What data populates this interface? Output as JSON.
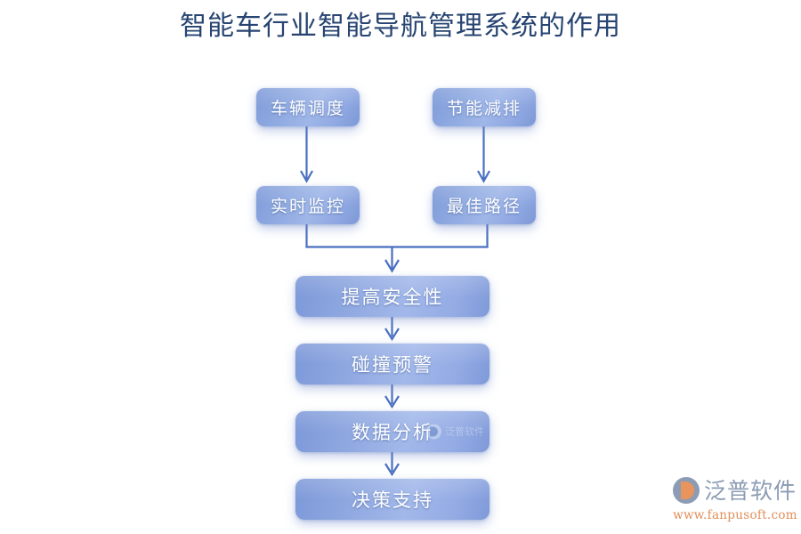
{
  "title": "智能车行业智能导航管理系统的作用",
  "theme": {
    "title_color": "#274472",
    "node_fill_start": "#7e9ad8",
    "node_fill_end": "#a2b8ea",
    "node_text_color": "#ffffff",
    "connector_color": "#4a70c0",
    "background": "#ffffff",
    "brand_gray": "#8c9cb4",
    "brand_orange": "#e08f5a"
  },
  "chart_data": {
    "type": "diagram",
    "diagram_type": "flowchart",
    "title": "智能车行业智能导航管理系统的作用",
    "orientation": "top-to-bottom",
    "nodes": [
      {
        "id": "vehicle-dispatch",
        "label": "车辆调度",
        "row": 1,
        "column": "left",
        "size": "small"
      },
      {
        "id": "energy-saving",
        "label": "节能减排",
        "row": 1,
        "column": "right",
        "size": "small"
      },
      {
        "id": "realtime-monitor",
        "label": "实时监控",
        "row": 2,
        "column": "left",
        "size": "small"
      },
      {
        "id": "best-route",
        "label": "最佳路径",
        "row": 2,
        "column": "right",
        "size": "small"
      },
      {
        "id": "improve-safety",
        "label": "提高安全性",
        "row": 3,
        "column": "center",
        "size": "wide"
      },
      {
        "id": "collision-warn",
        "label": "碰撞预警",
        "row": 4,
        "column": "center",
        "size": "wide"
      },
      {
        "id": "data-analysis",
        "label": "数据分析",
        "row": 5,
        "column": "center",
        "size": "wide"
      },
      {
        "id": "decision-support",
        "label": "决策支持",
        "row": 6,
        "column": "center",
        "size": "wide"
      }
    ],
    "edges": [
      {
        "from": "vehicle-dispatch",
        "to": "realtime-monitor",
        "style": "arrow"
      },
      {
        "from": "energy-saving",
        "to": "best-route",
        "style": "arrow"
      },
      {
        "from": "realtime-monitor",
        "to": "improve-safety",
        "style": "merge-arrow"
      },
      {
        "from": "best-route",
        "to": "improve-safety",
        "style": "merge-arrow"
      },
      {
        "from": "improve-safety",
        "to": "collision-warn",
        "style": "arrow"
      },
      {
        "from": "collision-warn",
        "to": "data-analysis",
        "style": "arrow"
      },
      {
        "from": "data-analysis",
        "to": "decision-support",
        "style": "arrow"
      }
    ]
  },
  "nodes": {
    "vehicle_dispatch": "车辆调度",
    "energy_saving": "节能减排",
    "realtime_monitor": "实时监控",
    "best_route": "最佳路径",
    "improve_safety": "提高安全性",
    "collision_warning": "碰撞预警",
    "data_analysis": "数据分析",
    "decision_support": "决策支持"
  },
  "watermark": {
    "text": "泛普软件"
  },
  "brand": {
    "name": "泛普软件",
    "url": "www.fanpusoft.com"
  }
}
